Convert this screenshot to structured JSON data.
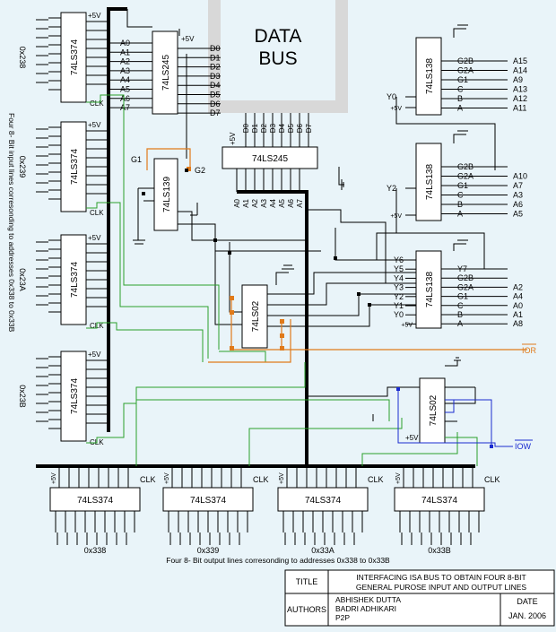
{
  "data_bus": {
    "line1": "DATA",
    "line2": "BUS"
  },
  "chips": {
    "ls374": "74LS374",
    "ls245": "74LS245",
    "ls139": "74LS139",
    "ls138": "74LS138",
    "ls02": "74LS02"
  },
  "input_addresses": [
    "0x238",
    "0x239",
    "0x23A",
    "0x23B"
  ],
  "output_addresses": [
    "0x338",
    "0x339",
    "0x33A",
    "0x33B"
  ],
  "side_note": "Four 8- Bit input lines corresonding to addresses 0x338 to 0x33B",
  "bottom_note": "Four 8- Bit output lines corresonding to addresses 0x338 to 0x33B",
  "labels": {
    "clk": "CLK",
    "vcc": "+5V",
    "g1": "G1",
    "g2": "G2",
    "ior": "IOR",
    "iow": "IOW"
  },
  "addr_pins": [
    "A0",
    "A1",
    "A2",
    "A3",
    "A4",
    "A5",
    "A6",
    "A7"
  ],
  "data_pins": [
    "D0",
    "D1",
    "D2",
    "D3",
    "D4",
    "D5",
    "D6",
    "D7"
  ],
  "dec1": {
    "left": [
      "Y0",
      "+5V"
    ],
    "right": [
      "G2B",
      "G2A",
      "G1",
      "C",
      "B",
      "A"
    ],
    "addr": [
      "A15",
      "A14",
      "A9",
      "A13",
      "A12",
      "A11"
    ]
  },
  "dec2": {
    "left": [
      "Y2",
      "+5V"
    ],
    "right": [
      "G2B",
      "G2A",
      "G1",
      "C",
      "B",
      "A"
    ],
    "addr": [
      "A10",
      "A7",
      "A3",
      "A6",
      "A5"
    ]
  },
  "dec3": {
    "left": [
      "Y6",
      "Y5",
      "Y4",
      "Y3",
      "Y2",
      "Y1",
      "Y0",
      "+5V"
    ],
    "right": [
      "Y7",
      "G2B",
      "G2A",
      "G1",
      "C",
      "B",
      "A"
    ],
    "addr": [
      "A2",
      "A4",
      "A0",
      "A1",
      "A8"
    ]
  },
  "title_block": {
    "title_label": "TITLE",
    "title_line1": "INTERFACING ISA BUS TO OBTAIN FOUR 8-BIT",
    "title_line2": "GENERAL PUROSE INPUT AND OUTPUT  LINES",
    "authors_label": "AUTHORS",
    "author1": "ABHISHEK DUTTA",
    "author2": "BADRI ADHIKARI",
    "author3": "P2P",
    "date_label": "DATE",
    "date_value": "JAN. 2006"
  }
}
